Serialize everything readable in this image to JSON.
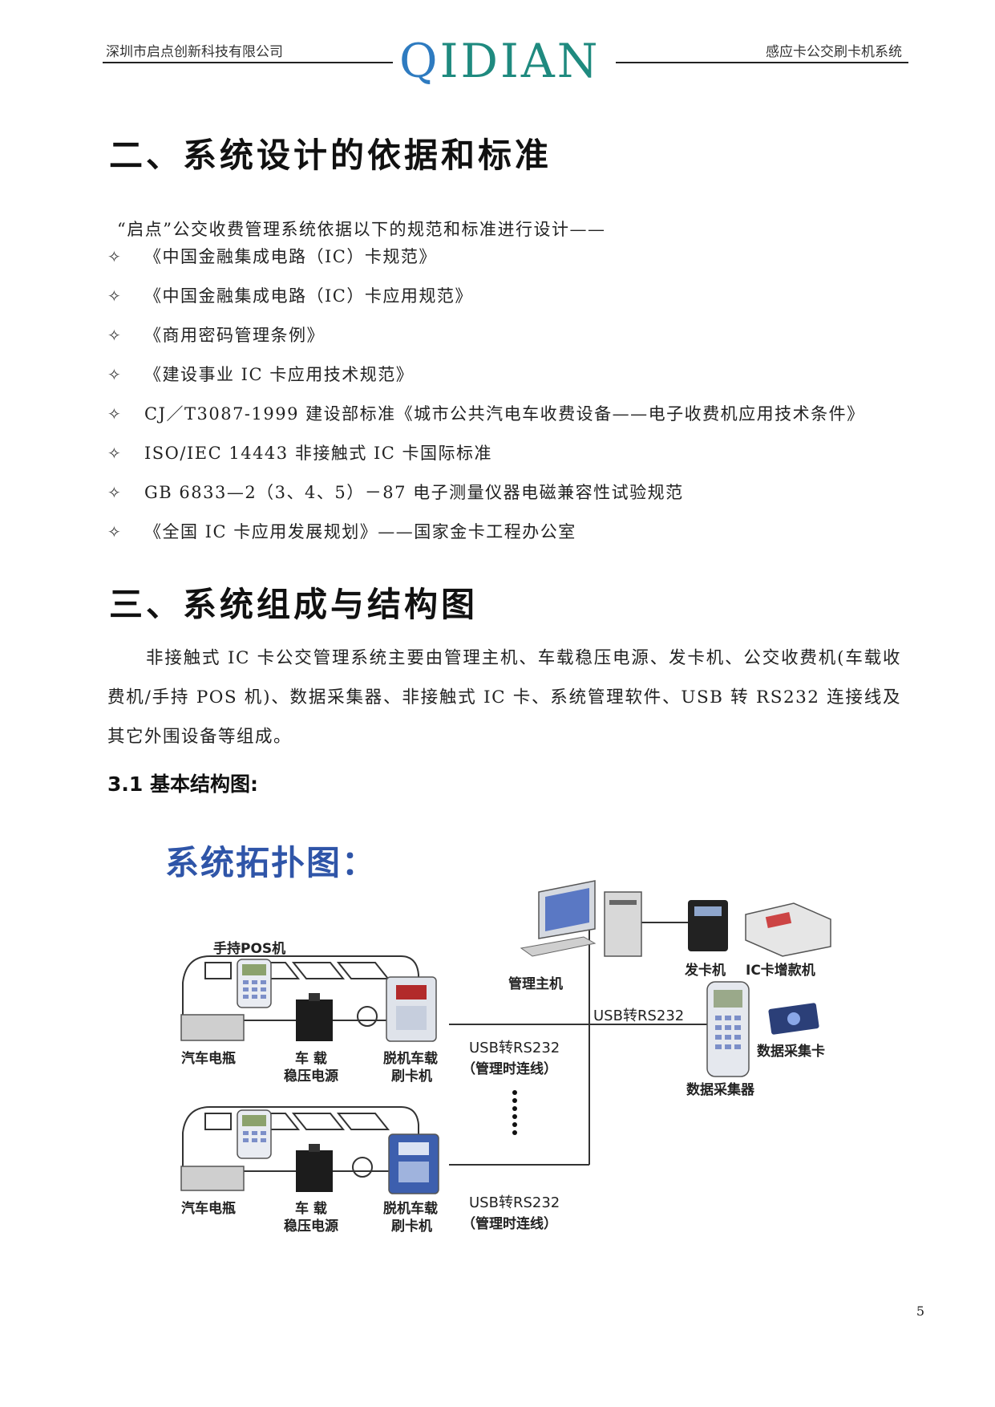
{
  "header": {
    "company": "深圳市启点创新科技有限公司",
    "logo": "QIDIAN",
    "doc_title": "感应卡公交刷卡机系统"
  },
  "section2": {
    "heading": "二、系统设计的依据和标准",
    "intro": "“启点”公交收费管理系统依据以下的规范和标准进行设计——",
    "items": [
      "《中国金融集成电路（IC）卡规范》",
      "《中国金融集成电路（IC）卡应用规范》",
      "《商用密码管理条例》",
      "《建设事业 IC 卡应用技术规范》",
      "CJ／T3087-1999 建设部标准《城市公共汽电车收费设备——电子收费机应用技术条件》",
      "ISO/IEC 14443 非接触式 IC 卡国际标准",
      "GB  6833—2（3、4、5）－87 电子测量仪器电磁兼容性试验规范",
      "《全国 IC 卡应用发展规划》——国家金卡工程办公室"
    ],
    "bullet_icon": "diamond-star-icon"
  },
  "section3": {
    "heading": "三、系统组成与结构图",
    "paragraph": "非接触式 IC 卡公交管理系统主要由管理主机、车载稳压电源、发卡机、公交收费机(车载收费机/手持 POS 机)、数据采集器、非接触式 IC 卡、系统管理软件、USB 转 RS232 连接线及其它外围设备等组成。",
    "subheading": "3.1 基本结构图:"
  },
  "diagram": {
    "title": "系统拓扑图：",
    "bus1": {
      "pos_label": "手持POS机",
      "battery": "汽车电瓶",
      "psu_line1": "车  载",
      "psu_line2": "稳压电源",
      "reader_line1": "脱机车载",
      "reader_line2": "刷卡机",
      "link_line1": "USB转RS232",
      "link_line2": "（管理时连线）"
    },
    "bus2": {
      "battery": "汽车电瓶",
      "psu_line1": "车  载",
      "psu_line2": "稳压电源",
      "reader_line1": "脱机车载",
      "reader_line2": "刷卡机",
      "link_line1": "USB转RS232",
      "link_line2": "（管理时连线）"
    },
    "host": "管理主机",
    "usb_link": "USB转RS232",
    "card_issuer": "发卡机",
    "card_topup": "IC卡增款机",
    "collector": "数据采集器",
    "collection_card": "数据采集卡",
    "colors": {
      "title": "#2f55a8",
      "line": "#333333",
      "screen": "#5a78c4"
    }
  },
  "page_number": "5"
}
